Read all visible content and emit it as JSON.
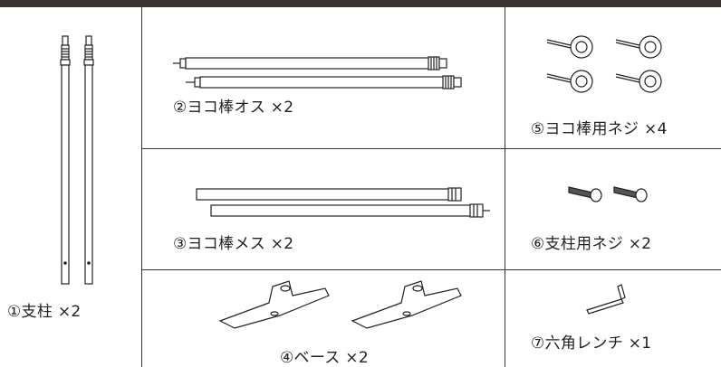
{
  "parts": [
    {
      "id": "pole",
      "label": "①支柱 ×2"
    },
    {
      "id": "male-bar",
      "label": "②ヨコ棒オス ×2"
    },
    {
      "id": "bar-screw",
      "label": "⑤ヨコ棒用ネジ ×4"
    },
    {
      "id": "female-bar",
      "label": "③ヨコ棒メス ×2"
    },
    {
      "id": "pole-screw",
      "label": "⑥支柱用ネジ ×2"
    },
    {
      "id": "base",
      "label": "④ベース ×2"
    },
    {
      "id": "hex-wrench",
      "label": "⑦六角レンチ ×1"
    }
  ],
  "colors": {
    "line": "#333333",
    "header": "#3a3130"
  }
}
